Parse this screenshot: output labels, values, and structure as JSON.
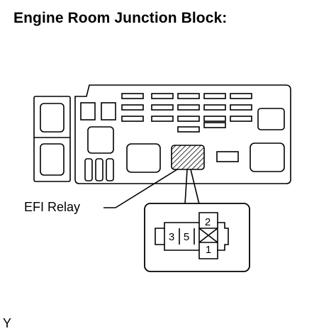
{
  "title": "Engine Room Junction Block:",
  "relay_label": "EFI Relay",
  "connector_pins": [
    "3",
    "5",
    "2",
    "1"
  ],
  "corner_mark": "Y"
}
